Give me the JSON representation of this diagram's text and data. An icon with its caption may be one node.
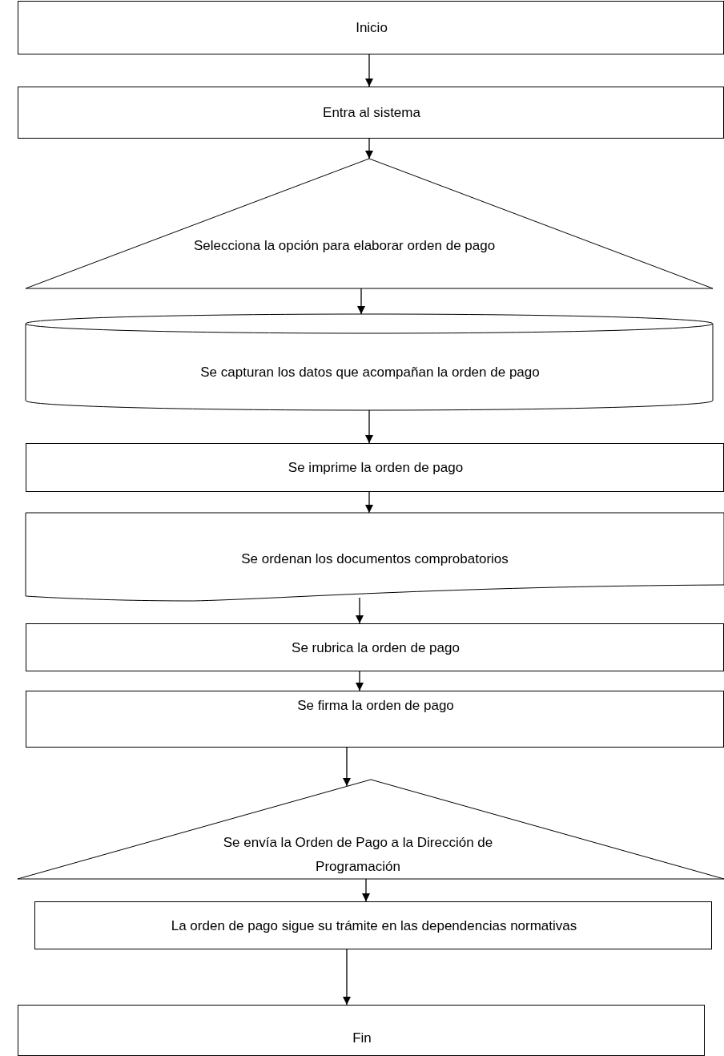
{
  "diagram": {
    "nodes": [
      {
        "text": [
          "Inicio"
        ]
      },
      {
        "text": [
          "Entra al sistema"
        ]
      },
      {
        "text": [
          "Selecciona la opción para elaborar orden de pago"
        ]
      },
      {
        "text": [
          "Se capturan los datos que acompañan la orden de pago"
        ]
      },
      {
        "text": [
          "Se imprime la orden de pago"
        ]
      },
      {
        "text": [
          "Se ordenan los documentos comprobatorios"
        ]
      },
      {
        "text": [
          "Se rubrica la orden de pago"
        ]
      },
      {
        "text": [
          "Se firma la orden de pago"
        ]
      },
      {
        "text": [
          "Se envía la Orden de Pago a la Dirección de Programación"
        ]
      },
      {
        "text": [
          "La orden de pago sigue su trámite en las dependencias normativas"
        ]
      },
      {
        "text": [
          "Fin"
        ]
      }
    ],
    "edges": [
      {
        "from": 0,
        "to": 1,
        "arrow": "to"
      },
      {
        "from": 1,
        "to": 2,
        "arrow": "to"
      },
      {
        "from": 2,
        "to": 3,
        "arrow": "to"
      },
      {
        "from": 3,
        "to": 4,
        "arrow": "to"
      },
      {
        "from": 4,
        "to": 5,
        "arrow": "to"
      },
      {
        "from": 5,
        "to": 6,
        "arrow": "to"
      },
      {
        "from": 6,
        "to": 7,
        "arrow": "to"
      },
      {
        "from": 7,
        "to": 8,
        "arrow": "to"
      },
      {
        "from": 8,
        "to": 9,
        "arrow": "to"
      },
      {
        "from": 9,
        "to": 10,
        "arrow": "to"
      }
    ]
  }
}
